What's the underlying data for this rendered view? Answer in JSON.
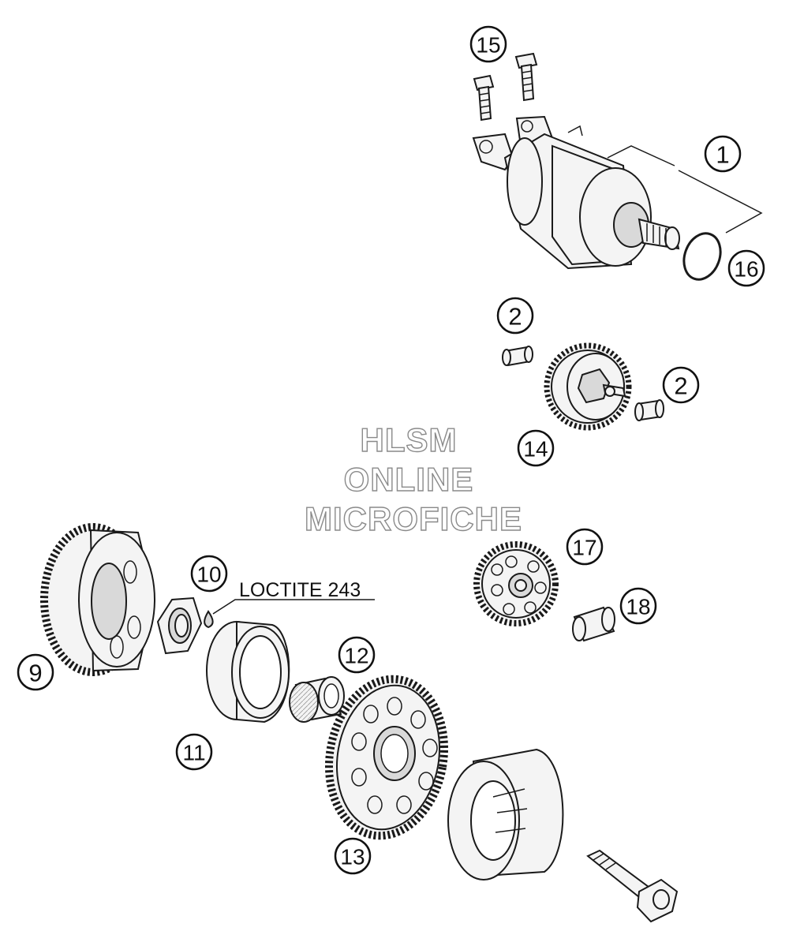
{
  "callouts": [
    {
      "id": "c1",
      "label": "1"
    },
    {
      "id": "c2a",
      "label": "2"
    },
    {
      "id": "c2b",
      "label": "2"
    },
    {
      "id": "c9",
      "label": "9"
    },
    {
      "id": "c10",
      "label": "10"
    },
    {
      "id": "c11",
      "label": "11"
    },
    {
      "id": "c12",
      "label": "12"
    },
    {
      "id": "c13",
      "label": "13"
    },
    {
      "id": "c14",
      "label": "14"
    },
    {
      "id": "c15",
      "label": "15"
    },
    {
      "id": "c16",
      "label": "16"
    },
    {
      "id": "c17",
      "label": "17"
    },
    {
      "id": "c18",
      "label": "18"
    }
  ],
  "annotation": {
    "loctite": "LOCTITE 243"
  },
  "watermark": {
    "line1": "HLSM",
    "line2": "ONLINE",
    "line3": "MICROFICHE"
  }
}
